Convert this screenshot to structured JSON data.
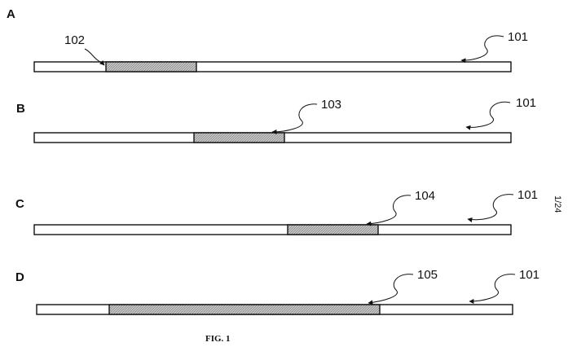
{
  "page_number": "1/24",
  "caption": "FIG. 1",
  "colors": {
    "line": "#111111",
    "segment_fill": "#bdbdbd",
    "background": "#ffffff"
  },
  "panels": [
    {
      "letter": "A",
      "strip_label": "101",
      "segment_label": "102"
    },
    {
      "letter": "B",
      "strip_label": "101",
      "segment_label": "103"
    },
    {
      "letter": "C",
      "strip_label": "101",
      "segment_label": "104"
    },
    {
      "letter": "D",
      "strip_label": "101",
      "segment_label": "105"
    }
  ]
}
